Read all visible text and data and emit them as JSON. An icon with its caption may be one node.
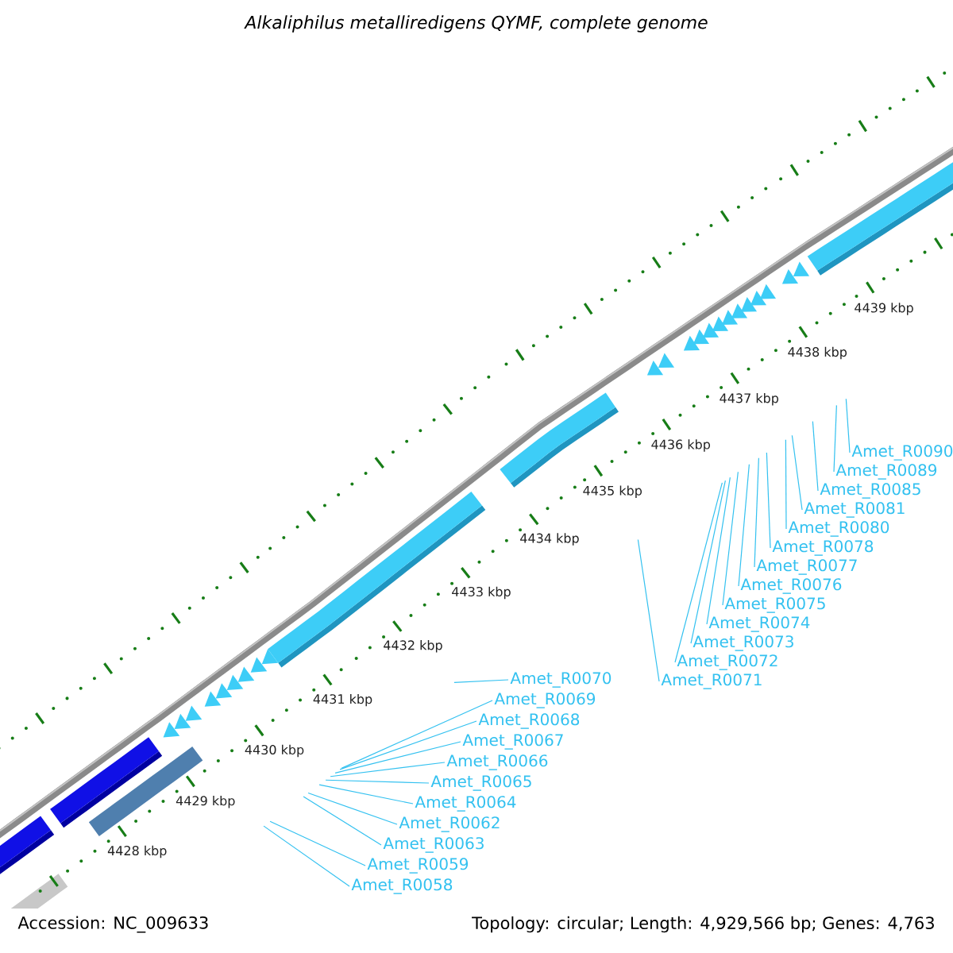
{
  "diagram": {
    "title": "Alkaliphilus metalliredigens QYMF, complete genome",
    "nodes": [
      {
        "text": [
          "Amet_R0090"
        ]
      },
      {
        "text": [
          "Amet_R0089"
        ]
      },
      {
        "text": [
          "Amet_R0085"
        ]
      },
      {
        "text": [
          "Amet_R0081"
        ]
      },
      {
        "text": [
          "Amet_R0080"
        ]
      },
      {
        "text": [
          "Amet_R0078"
        ]
      },
      {
        "text": [
          "Amet_R0077"
        ]
      },
      {
        "text": [
          "Amet_R0076"
        ]
      },
      {
        "text": [
          "Amet_R0075"
        ]
      },
      {
        "text": [
          "Amet_R0074"
        ]
      },
      {
        "text": [
          "Amet_R0073"
        ]
      },
      {
        "text": [
          "Amet_R0072"
        ]
      },
      {
        "text": [
          "Amet_R0071"
        ]
      },
      {
        "text": [
          "Amet_R0070"
        ]
      },
      {
        "text": [
          "Amet_R0069"
        ]
      },
      {
        "text": [
          "Amet_R0068"
        ]
      },
      {
        "text": [
          "Amet_R0067"
        ]
      },
      {
        "text": [
          "Amet_R0066"
        ]
      },
      {
        "text": [
          "Amet_R0065"
        ]
      },
      {
        "text": [
          "Amet_R0064"
        ]
      },
      {
        "text": [
          "Amet_R0062"
        ]
      },
      {
        "text": [
          "Amet_R0063"
        ]
      },
      {
        "text": [
          "Amet_R0059"
        ]
      },
      {
        "text": [
          "Amet_R0058"
        ]
      }
    ],
    "edges": [
      {
        "from": 0,
        "to": null,
        "arrow": "none"
      },
      {
        "from": 1,
        "to": null,
        "arrow": "none"
      },
      {
        "from": 2,
        "to": null,
        "arrow": "none"
      },
      {
        "from": 3,
        "to": null,
        "arrow": "none"
      },
      {
        "from": 4,
        "to": null,
        "arrow": "none"
      },
      {
        "from": 5,
        "to": null,
        "arrow": "none"
      },
      {
        "from": 6,
        "to": null,
        "arrow": "none"
      },
      {
        "from": 7,
        "to": null,
        "arrow": "none"
      },
      {
        "from": 8,
        "to": null,
        "arrow": "none"
      },
      {
        "from": 9,
        "to": null,
        "arrow": "none"
      },
      {
        "from": 10,
        "to": null,
        "arrow": "none"
      },
      {
        "from": 11,
        "to": null,
        "arrow": "none"
      },
      {
        "from": 12,
        "to": null,
        "arrow": "none"
      },
      {
        "from": 13,
        "to": null,
        "arrow": "none"
      },
      {
        "from": 14,
        "to": null,
        "arrow": "none"
      },
      {
        "from": 15,
        "to": null,
        "arrow": "none"
      },
      {
        "from": 16,
        "to": null,
        "arrow": "none"
      },
      {
        "from": 17,
        "to": null,
        "arrow": "none"
      },
      {
        "from": 18,
        "to": null,
        "arrow": "none"
      },
      {
        "from": 19,
        "to": null,
        "arrow": "none"
      },
      {
        "from": 20,
        "to": null,
        "arrow": "none"
      },
      {
        "from": 21,
        "to": null,
        "arrow": "none"
      },
      {
        "from": 22,
        "to": null,
        "arrow": "none"
      },
      {
        "from": 23,
        "to": null,
        "arrow": "none"
      }
    ],
    "labels": [
      "4428 kbp",
      "4429 kbp",
      "4430 kbp",
      "4431 kbp",
      "4432 kbp",
      "4433 kbp",
      "4434 kbp",
      "4435 kbp",
      "4436 kbp",
      "4437 kbp",
      "4438 kbp",
      "4439 kbp",
      "Accession: NC_009633",
      "Topology: circular; Length: 4,929,566 bp; Genes: 4,763"
    ]
  }
}
